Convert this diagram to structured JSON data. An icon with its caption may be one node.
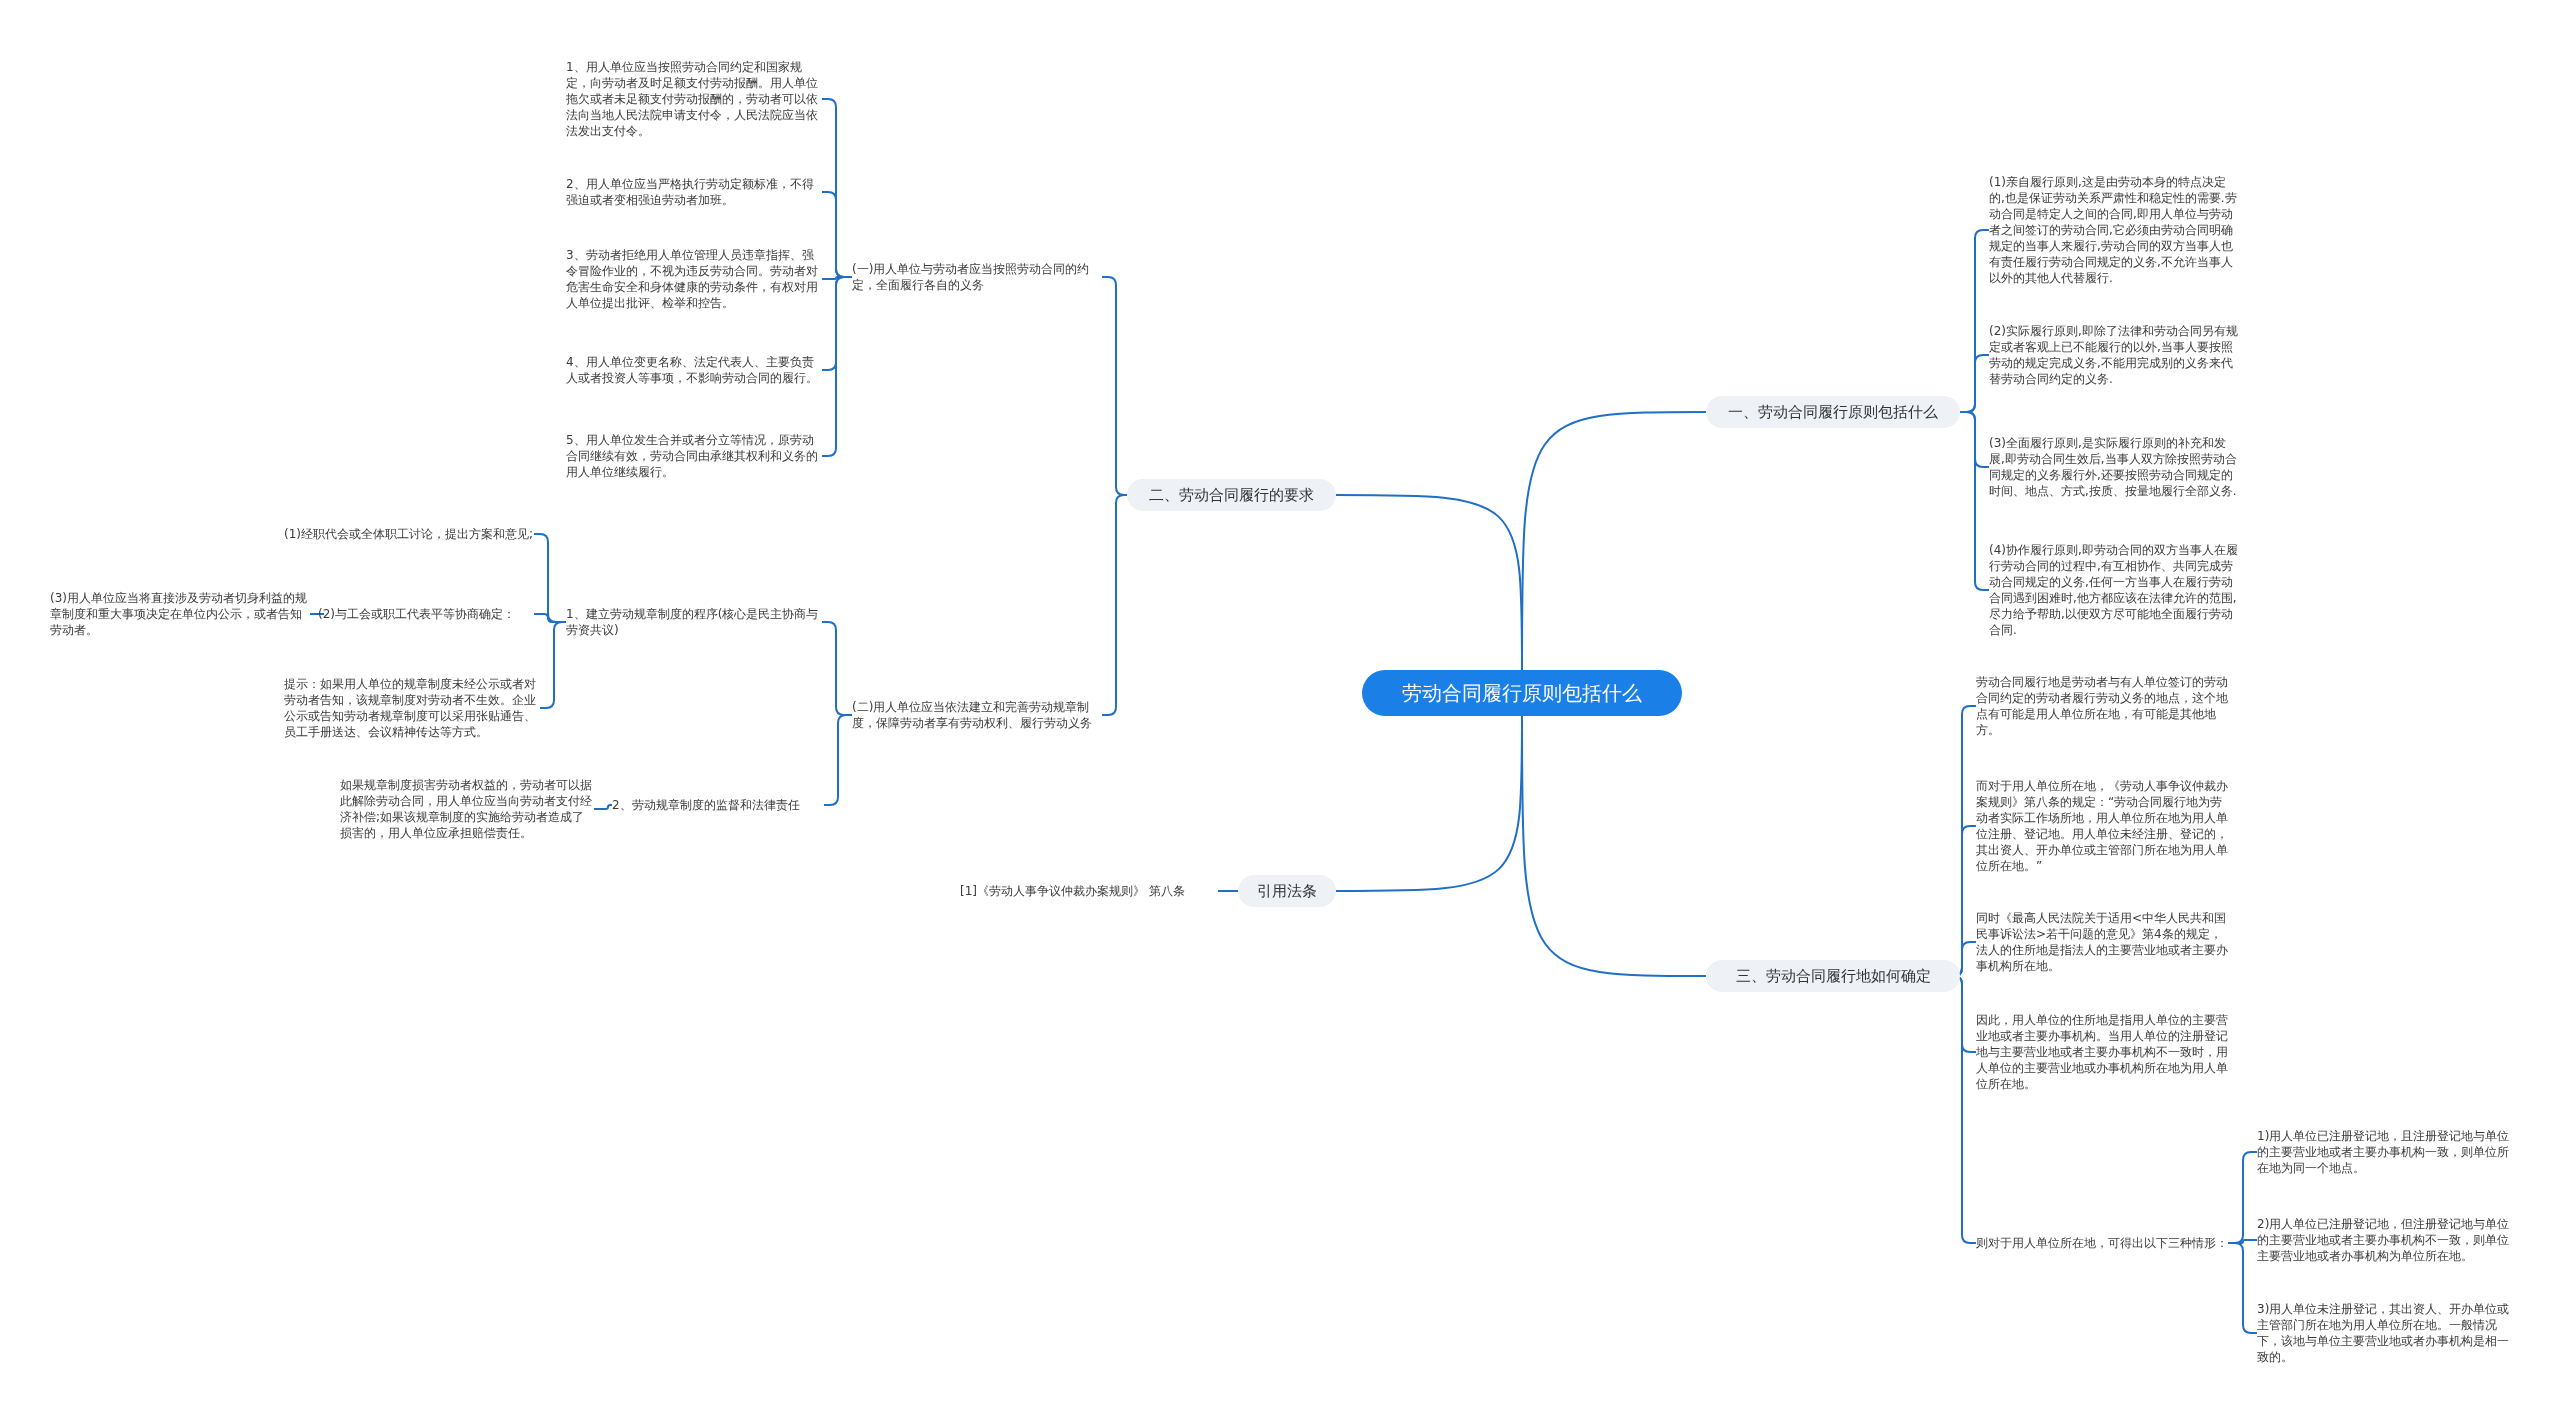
{
  "diagram": {
    "nodes": [
      {
        "text": [
          "劳动合同履行原则包括什么"
        ]
      },
      {
        "text": [
          "一、劳动合同履行原则包括什么"
        ]
      },
      {
        "text": [
          "(1)亲自履行原则,这是由劳动本身的特点决定的,也是保证劳动关系严肃性和稳定性的需要.劳动合同是特定人之间的合同,即用人单位与劳动者之间签订的劳动合同,它必须由劳动合同明确规定的当事人来履行,劳动合同的双方当事人也有责任履行劳动合同规定的义务,不允许当事人以外的其他人代替履行."
        ]
      },
      {
        "text": [
          "(2)实际履行原则,即除了法律和劳动合同另有规定或者客观上已不能履行的以外,当事人要按照劳动的规定完成义务,不能用完成别的义务来代替劳动合同约定的义务."
        ]
      },
      {
        "text": [
          "(3)全面履行原则,是实际履行原则的补充和发展,即劳动合同生效后,当事人双方除按照劳动合同规定的义务履行外,还要按照劳动合同规定的时间、地点、方式,按质、按量地履行全部义务."
        ]
      },
      {
        "text": [
          "(4)协作履行原则,即劳动合同的双方当事人在履行劳动合同的过程中,有互相协作、共同完成劳动合同规定的义务,任何一方当事人在履行劳动合同遇到困难时,他方都应该在法律允许的范围,尽力给予帮助,以便双方尽可能地全面履行劳动合同."
        ]
      },
      {
        "text": [
          "二、劳动合同履行的要求"
        ]
      },
      {
        "text": [
          "(一)用人单位与劳动者应当按照劳动合同的约定，全面履行各自的义务"
        ]
      },
      {
        "text": [
          "1、用人单位应当按照劳动合同约定和国家规定，向劳动者及时足额支付劳动报酬。用人单位拖欠或者未足额支付劳动报酬的，劳动者可以依法向当地人民法院申请支付令，人民法院应当依法发出支付令。"
        ]
      },
      {
        "text": [
          "2、用人单位应当严格执行劳动定额标准，不得强迫或者变相强迫劳动者加班。"
        ]
      },
      {
        "text": [
          "3、劳动者拒绝用人单位管理人员违章指挥、强令冒险作业的，不视为违反劳动合同。劳动者对危害生命安全和身体健康的劳动条件，有权对用人单位提出批评、检举和控告。"
        ]
      },
      {
        "text": [
          "4、用人单位变更名称、法定代表人、主要负责人或者投资人等事项，不影响劳动合同的履行。"
        ]
      },
      {
        "text": [
          "5、用人单位发生合并或者分立等情况，原劳动合同继续有效，劳动合同由承继其权利和义务的用人单位继续履行。"
        ]
      },
      {
        "text": [
          "(二)用人单位应当依法建立和完善劳动规章制度，保障劳动者享有劳动权利、履行劳动义务"
        ]
      },
      {
        "text": [
          "1、建立劳动规章制度的程序(核心是民主协商与劳资共议)"
        ]
      },
      {
        "text": [
          "(1)经职代会或全体职工讨论，提出方案和意见;"
        ]
      },
      {
        "text": [
          "(2)与工会或职工代表平等协商确定："
        ]
      },
      {
        "text": [
          "(3)用人单位应当将直接涉及劳动者切身利益的规章制度和重大事项决定在单位内公示，或者告知劳动者。"
        ]
      },
      {
        "text": [
          "提示：如果用人单位的规章制度未经公示或者对劳动者告知，该规章制度对劳动者不生效。企业公示或告知劳动者规章制度可以采用张贴通告、员工手册送达、会议精神传达等方式。"
        ]
      },
      {
        "text": [
          "2、劳动规章制度的监督和法律责任"
        ]
      },
      {
        "text": [
          "如果规章制度损害劳动者权益的，劳动者可以据此解除劳动合同，用人单位应当向劳动者支付经济补偿;如果该规章制度的实施给劳动者造成了损害的，用人单位应承担赔偿责任。"
        ]
      },
      {
        "text": [
          "引用法条"
        ]
      },
      {
        "text": [
          "[1]《劳动人事争议仲裁办案规则》 第八条"
        ]
      },
      {
        "text": [
          "三、劳动合同履行地如何确定"
        ]
      },
      {
        "text": [
          "劳动合同履行地是劳动者与有人单位签订的劳动合同约定的劳动者履行劳动义务的地点，这个地点有可能是用人单位所在地，有可能是其他地方。"
        ]
      },
      {
        "text": [
          "而对于用人单位所在地，《劳动人事争议仲裁办案规则》第八条的规定：“劳动合同履行地为劳动者实际工作场所地，用人单位所在地为用人单位注册、登记地。用人单位未经注册、登记的，其出资人、开办单位或主管部门所在地为用人单位所在地。”"
        ]
      },
      {
        "text": [
          "同时《最高人民法院关于适用<中华人民共和国民事诉讼法>若干问题的意见》第4条的规定，法人的住所地是指法人的主要营业地或者主要办事机构所在地。"
        ]
      },
      {
        "text": [
          "因此，用人单位的住所地是指用人单位的主要营业地或者主要办事机构。当用人单位的注册登记地与主要营业地或者主要办事机构不一致时，用人单位的主要营业地或办事机构所在地为用人单位所在地。"
        ]
      },
      {
        "text": [
          "则对于用人单位所在地，可得出以下三种情形："
        ]
      },
      {
        "text": [
          "1)用人单位已注册登记地，且注册登记地与单位的主要营业地或者主要办事机构一致，则单位所在地为同一个地点。"
        ]
      },
      {
        "text": [
          "2)用人单位已注册登记地，但注册登记地与单位的主要营业地或者主要办事机构不一致，则单位主要营业地或者办事机构为单位所在地。"
        ]
      },
      {
        "text": [
          "3)用人单位未注册登记，其出资人、开办单位或主管部门所在地为用人单位所在地。一般情况下，该地与单位主要营业地或者办事机构是相一致的。"
        ]
      }
    ],
    "edges": [
      {
        "from": 0,
        "to": 1,
        "arrow": "none"
      },
      {
        "from": 1,
        "to": 2,
        "arrow": "none"
      },
      {
        "from": 1,
        "to": 3,
        "arrow": "none"
      },
      {
        "from": 1,
        "to": 4,
        "arrow": "none"
      },
      {
        "from": 1,
        "to": 5,
        "arrow": "none"
      },
      {
        "from": 0,
        "to": 6,
        "arrow": "none"
      },
      {
        "from": 6,
        "to": 7,
        "arrow": "none"
      },
      {
        "from": 7,
        "to": 8,
        "arrow": "none"
      },
      {
        "from": 7,
        "to": 9,
        "arrow": "none"
      },
      {
        "from": 7,
        "to": 10,
        "arrow": "none"
      },
      {
        "from": 7,
        "to": 11,
        "arrow": "none"
      },
      {
        "from": 7,
        "to": 12,
        "arrow": "none"
      },
      {
        "from": 6,
        "to": 13,
        "arrow": "none"
      },
      {
        "from": 13,
        "to": 14,
        "arrow": "none"
      },
      {
        "from": 14,
        "to": 15,
        "arrow": "none"
      },
      {
        "from": 14,
        "to": 16,
        "arrow": "none"
      },
      {
        "from": 16,
        "to": 17,
        "arrow": "none"
      },
      {
        "from": 14,
        "to": 18,
        "arrow": "none"
      },
      {
        "from": 13,
        "to": 19,
        "arrow": "none"
      },
      {
        "from": 19,
        "to": 20,
        "arrow": "none"
      },
      {
        "from": 0,
        "to": 21,
        "arrow": "none"
      },
      {
        "from": 21,
        "to": 22,
        "arrow": "none"
      },
      {
        "from": 0,
        "to": 23,
        "arrow": "none"
      },
      {
        "from": 23,
        "to": 24,
        "arrow": "none"
      },
      {
        "from": 23,
        "to": 25,
        "arrow": "none"
      },
      {
        "from": 23,
        "to": 26,
        "arrow": "none"
      },
      {
        "from": 23,
        "to": 27,
        "arrow": "none"
      },
      {
        "from": 23,
        "to": 28,
        "arrow": "none"
      },
      {
        "from": 28,
        "to": 29,
        "arrow": "none"
      },
      {
        "from": 28,
        "to": 30,
        "arrow": "none"
      },
      {
        "from": 28,
        "to": 31,
        "arrow": "none"
      }
    ]
  }
}
